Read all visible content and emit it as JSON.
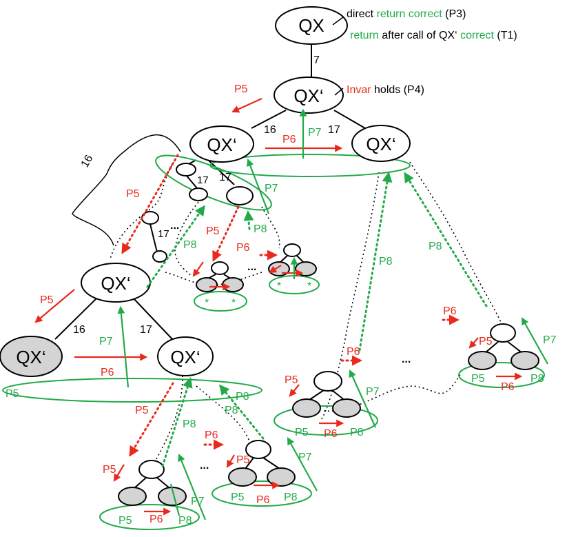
{
  "nodes": {
    "root": "QX",
    "qxprime": "QX‘"
  },
  "edge_labels": {
    "seven": "7",
    "sixteen": "16",
    "seventeen": "17"
  },
  "property_labels": {
    "p5": "P5",
    "p6": "P6",
    "p7": "P7",
    "p8": "P8",
    "star": "*"
  },
  "ellipsis": "...",
  "annotations": {
    "line1": {
      "a": "direct ",
      "b": "return correct",
      "c": " (P3)"
    },
    "line2": {
      "a": "return",
      "b": " after call of QX‘ ",
      "c": "correct",
      "d": " (T1)"
    },
    "line3": {
      "a": "Invar",
      "b": " holds (P4)"
    }
  },
  "colors": {
    "red": "#e8291c",
    "green": "#22aa4a",
    "node_fill_gray": "#d4d4d4",
    "black": "#000000"
  }
}
